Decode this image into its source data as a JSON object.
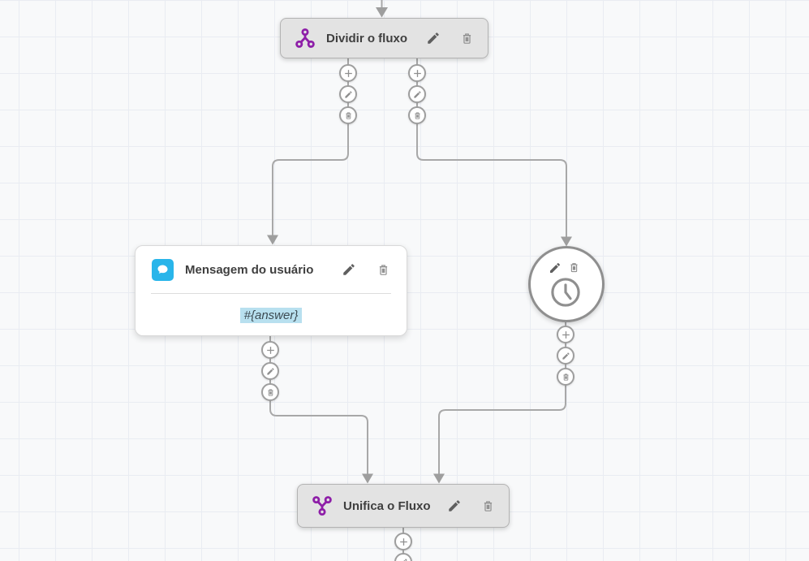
{
  "colors": {
    "canvas_bg": "#f8f9fa",
    "grid_line": "#e9ecf2",
    "node_fill": "#e3e3e3",
    "node_border": "#b3b3b3",
    "node_text": "#3f3f3f",
    "card_bg": "#ffffff",
    "card_border": "#d9d9d9",
    "divider": "#dddddd",
    "connector": "#a8a8a8",
    "arrow": "#9e9e9e",
    "btn_border": "#9e9e9e",
    "icon_dark": "#5f5f5f",
    "icon_mid": "#8f8f8f",
    "circle_border": "#8f8f8f",
    "accent_purple": "#8e1fa8",
    "message_blue": "#29b5ea",
    "highlight_bg": "#b8e0ef",
    "highlight_text": "#3c4a52"
  },
  "nodes": {
    "split": {
      "title": "Dividir o fluxo"
    },
    "user_message": {
      "title": "Mensagem do usuário",
      "body": "#{answer}"
    },
    "merge": {
      "title": "Unifica o Fluxo"
    }
  },
  "icons": {
    "split": "split-flow-icon",
    "merge": "merge-flow-icon",
    "message": "chat-bubble-icon",
    "timer": "clock-icon",
    "edit": "pencil-icon",
    "delete": "trash-icon",
    "add": "plus-icon",
    "arrow": "arrow-down-icon"
  }
}
